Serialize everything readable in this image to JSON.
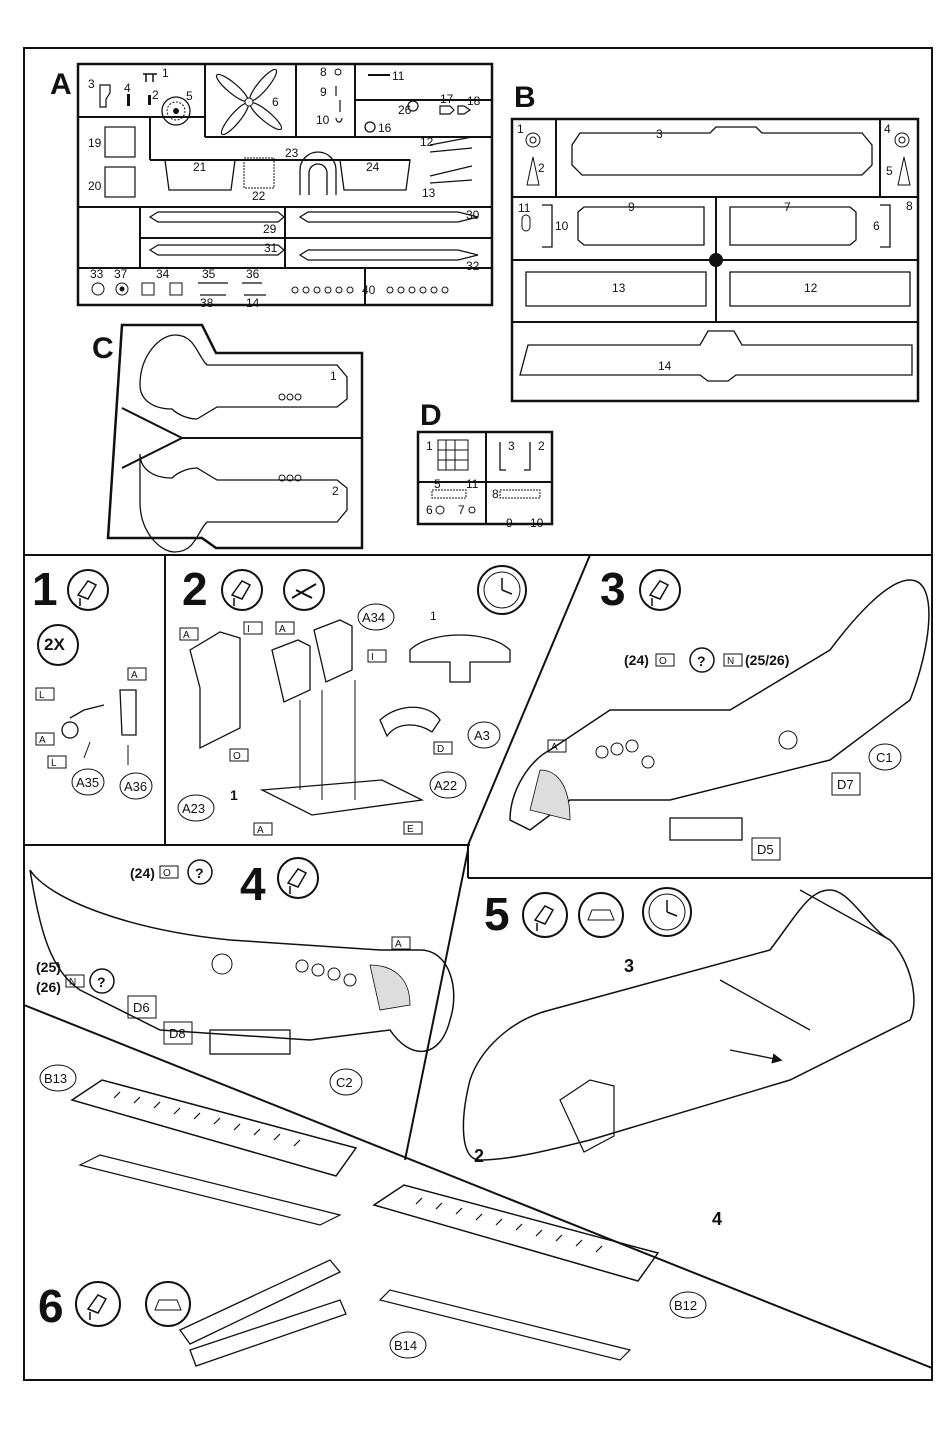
{
  "sprues": {
    "A": {
      "letter": "A",
      "parts": [
        "3",
        "4",
        "2",
        "1",
        "5",
        "6",
        "8",
        "9",
        "10",
        "11",
        "26",
        "17",
        "18",
        "16",
        "12",
        "13",
        "19",
        "20",
        "21",
        "22",
        "23",
        "24",
        "29",
        "30",
        "31",
        "32",
        "33",
        "37",
        "34",
        "35",
        "36",
        "38",
        "14",
        "40"
      ]
    },
    "B": {
      "letter": "B",
      "parts": [
        "1",
        "2",
        "3",
        "4",
        "5",
        "9",
        "7",
        "11",
        "10",
        "6",
        "8",
        "13",
        "12",
        "14"
      ]
    },
    "C": {
      "letter": "C",
      "parts": [
        "1",
        "2"
      ]
    },
    "D": {
      "letter": "D",
      "parts": [
        "1",
        "3",
        "2",
        "5",
        "11",
        "6",
        "7",
        "8",
        "9",
        "10"
      ]
    }
  },
  "steps": {
    "s1": {
      "number": "1",
      "multiplier": "2X",
      "parts": [
        "A35",
        "A36"
      ],
      "colors": [
        "A",
        "L",
        "A",
        "L",
        "A"
      ]
    },
    "s2": {
      "number": "2",
      "parts": [
        "A34",
        "A3",
        "A22",
        "A23"
      ],
      "assembly": "1",
      "colors": [
        "A",
        "I",
        "A",
        "I",
        "D",
        "O",
        "A",
        "E",
        "A"
      ],
      "decal_no": "1"
    },
    "s3": {
      "number": "3",
      "parts": [
        "C1",
        "D7",
        "D5"
      ],
      "callout_a": "(24)",
      "callout_b": "(25/26)",
      "color_o": "O",
      "color_n": "N",
      "color_a": "A",
      "question": "?"
    },
    "s4": {
      "number": "4",
      "parts": [
        "D6",
        "D8",
        "C2"
      ],
      "callout_a": "(24)",
      "callout_b1": "(25)",
      "callout_b2": "(26)",
      "color_o": "O",
      "color_n": "N",
      "color_a": "A",
      "question": "?"
    },
    "s5": {
      "number": "5",
      "assembly_labels": [
        "3",
        "2",
        "4"
      ]
    },
    "s6": {
      "number": "6",
      "parts": [
        "B13",
        "B12",
        "B14"
      ]
    }
  }
}
